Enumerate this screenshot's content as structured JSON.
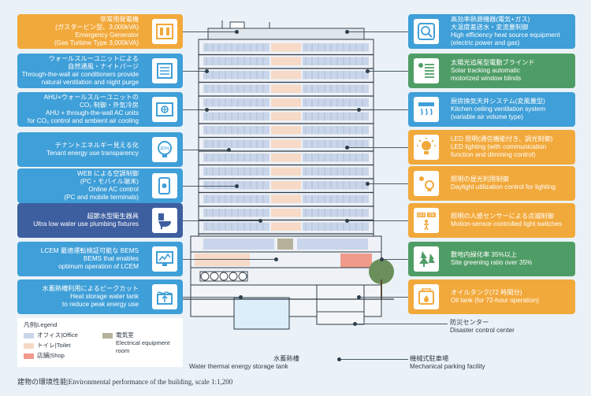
{
  "left_cards": [
    {
      "id": "gas-turbine",
      "color": "orange",
      "icon": "generator-icon",
      "lines": [
        "非常用発電機",
        "(ガスタービン型、3,000kVA)",
        "Emergency Generator",
        "(Gas Turbine Type 3,000kVA)"
      ]
    },
    {
      "id": "through-wall",
      "color": "blue",
      "icon": "through-wall-unit-icon",
      "lines": [
        "ウォールスルーユニットによる",
        "自然通風・ナイトパージ",
        "Through-the-wall air conditioners provide",
        "natural ventilation and night purge"
      ]
    },
    {
      "id": "ahu",
      "color": "blue",
      "icon": "air-handling-icon",
      "lines": [
        "AHU+ウォールスルーユニットの",
        "CO₂ 制御・外気冷房",
        "AHU + through-the-wall AC units",
        "for CO₂ control and ambient air cooling"
      ]
    },
    {
      "id": "tenant-energy",
      "color": "blue",
      "icon": "energy-display-icon",
      "lines": [
        "テナントエネルギー見える化",
        "Tenant energy use transparency"
      ]
    },
    {
      "id": "web-ac",
      "color": "blue",
      "icon": "web-control-icon",
      "lines": [
        "WEB による空調制御",
        "(PC・モバイル端末)",
        "Online AC control",
        "(PC and mobile terminals)"
      ]
    },
    {
      "id": "ultra-water",
      "color": "navy",
      "icon": "toilet-icon",
      "lines": [
        "超節水型衛生器具",
        "Ultra low water use plumbing fixtures"
      ]
    },
    {
      "id": "lcem",
      "color": "blue",
      "icon": "bems-monitor-icon",
      "lines": [
        "LCEM 最適運転検証可能な BEMS",
        "BEMS that enables",
        "optimum operation of LCEM"
      ]
    },
    {
      "id": "heat-storage",
      "color": "blue",
      "icon": "heat-storage-icon",
      "lines": [
        "水蓄熱槽利用によるピークカット",
        "Heat storage water tank",
        "to reduce peak energy use"
      ]
    }
  ],
  "right_cards": [
    {
      "id": "heat-source",
      "color": "blue",
      "icon": "heat-source-icon",
      "lines": [
        "高効率熱源機器(電気+ガス)",
        "大温度差送水・変流量制御",
        "High efficiency heat source equipment",
        "(electric power and gas)"
      ]
    },
    {
      "id": "solar-blinds",
      "color": "green",
      "icon": "solar-blind-icon",
      "lines": [
        "太陽光追尾型電動ブラインド",
        "Solar tracking automatic",
        "motorized window blinds"
      ]
    },
    {
      "id": "kitchen-vent",
      "color": "blue",
      "icon": "kitchen-ventilation-icon",
      "lines": [
        "厨房換気天井システム(変風量型)",
        "Kitchen ceiling ventilation system",
        "(variable air volume type)"
      ]
    },
    {
      "id": "led",
      "color": "orange",
      "icon": "led-bulb-icon",
      "lines": [
        "LED 照明(通信機能付き、調光制御)",
        "LED lighting (with communication",
        "function and dimming control)"
      ]
    },
    {
      "id": "daylight",
      "color": "orange",
      "icon": "daylight-icon",
      "lines": [
        "照明の昼光利用制御",
        "Daylight utilization control for lighting"
      ]
    },
    {
      "id": "motion",
      "color": "orange",
      "icon": "motion-sensor-icon",
      "lines": [
        "照明の人感センサーによる点滅制御",
        "Motion-sensor-controlled light switches"
      ]
    },
    {
      "id": "greening",
      "color": "green",
      "icon": "tree-icon",
      "lines": [
        "敷地内緑化率 35%以上",
        "Site greening ratio over 35%"
      ]
    },
    {
      "id": "oil-tank",
      "color": "orange",
      "icon": "oil-tank-icon",
      "lines": [
        "オイルタンク(72 時間分)",
        "Oil tank (for 72-hour operation)"
      ]
    }
  ],
  "icon_text": {
    "led_40": "40%",
    "sensor_on": "ON",
    "sensor_off": "OFF"
  },
  "labels": {
    "disaster_jp": "防災センター",
    "disaster_en": "Disaster control center",
    "water_tank_jp": "水蓄熱槽",
    "water_tank_en": "Water thermal energy storage tank",
    "parking_jp": "機械式駐車場",
    "parking_en": "Mechanical parking facility"
  },
  "legend": {
    "title": "凡例|Legend",
    "items": [
      {
        "label": "オフィス|Office",
        "color": "#c9d5ea"
      },
      {
        "label": "トイレ|Toilet",
        "color": "#f6d9c6"
      },
      {
        "label": "店舗|Shop",
        "color": "#ef9a8b"
      },
      {
        "label": "電気室",
        "color": "#b6b19a"
      }
    ],
    "electrical_en_1": "Electrical equipment",
    "electrical_en_2": "room"
  },
  "caption": "建物の環境性能|Environmental performance of the building, scale 1:1,200",
  "colors": {
    "orange": "#f2a93b",
    "blue": "#3f9fd8",
    "navy": "#3d5e9f",
    "green": "#4f9d66",
    "background": "#eaf2f7"
  }
}
